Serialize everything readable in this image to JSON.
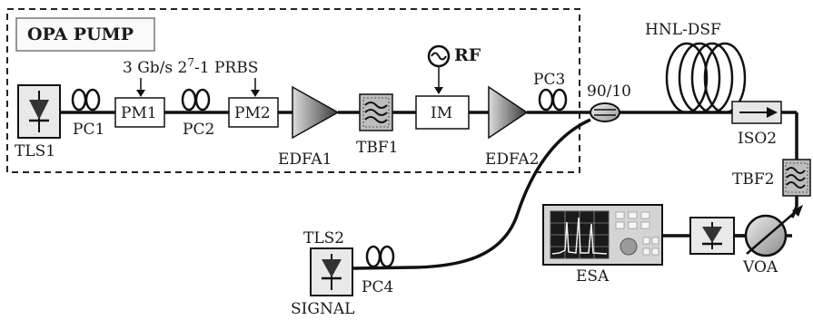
{
  "diagram": {
    "section_label": "OPA PUMP",
    "prbs": {
      "prefix": "3 Gb/s 2",
      "exponent": "7",
      "suffix": "-1 PRBS"
    },
    "rf_label": "RF",
    "components": {
      "tls1": "TLS1",
      "pc1": "PC1",
      "pm1": "PM1",
      "pc2": "PC2",
      "pm2": "PM2",
      "edfa1": "EDFA1",
      "tbf1": "TBF1",
      "im": "IM",
      "edfa2": "EDFA2",
      "pc3": "PC3",
      "coupler": "90/10",
      "hnl_dsf": "HNL-DSF",
      "iso2": "ISO2",
      "tbf2": "TBF2",
      "voa": "VOA",
      "esa": "ESA",
      "tls2": "TLS2",
      "signal": "SIGNAL",
      "pc4": "PC4"
    }
  }
}
